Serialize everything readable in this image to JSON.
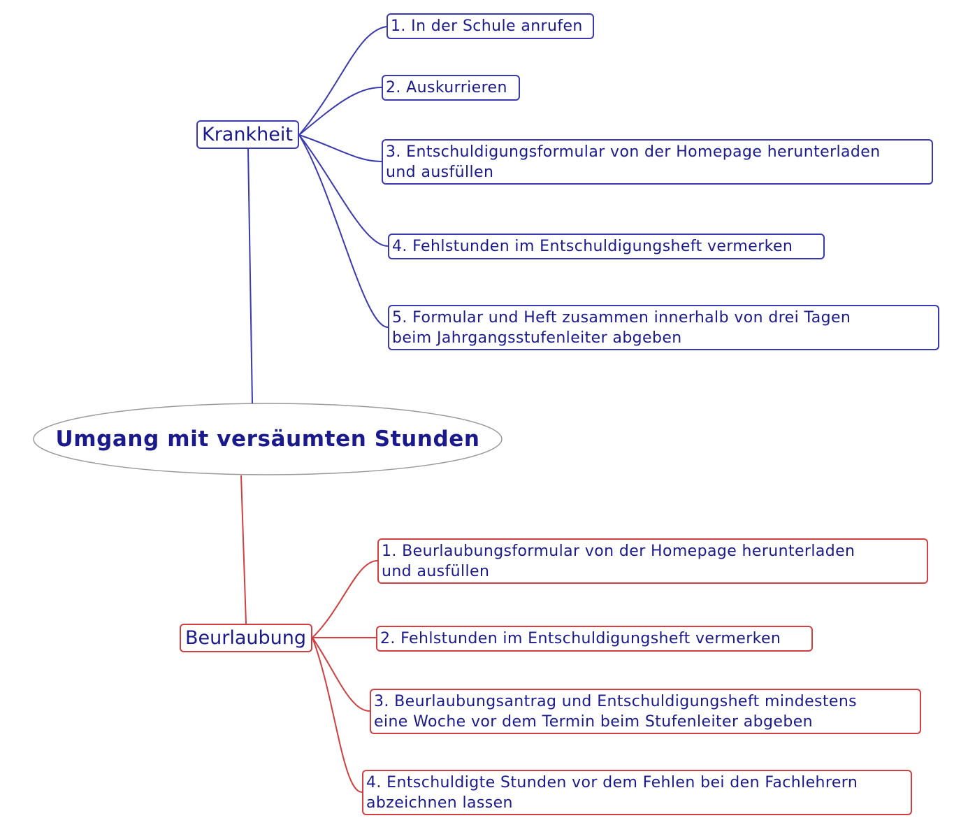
{
  "central_topic": "Umgang mit versäumten Stunden",
  "colors": {
    "krankheit": "#3a3ab0",
    "beurlaubung": "#d04040",
    "text": "#1a1a8c",
    "central_outline": "#999999"
  },
  "branches": [
    {
      "label": "Krankheit",
      "items": [
        "1. In der Schule anrufen",
        "2. Auskurrieren",
        "3. Entschuldigungsformular von der Homepage herunterladen und ausfüllen",
        "4. Fehlstunden im Entschuldigungsheft vermerken",
        "5. Formular und Heft zusammen innerhalb von drei Tagen beim Jahrgangsstufenleiter abgeben"
      ]
    },
    {
      "label": "Beurlaubung",
      "items": [
        "1. Beurlaubungsformular von der Homepage herunterladen und ausfüllen",
        "2. Fehlstunden im Entschuldigungsheft vermerken",
        "3. Beurlaubungsantrag und Entschuldigungsheft mindestens eine Woche vor dem Termin beim Stufenleiter abgeben",
        "4. Entschuldigte Stunden vor dem Fehlen bei den Fachlehrern abzeichnen lassen"
      ]
    }
  ]
}
